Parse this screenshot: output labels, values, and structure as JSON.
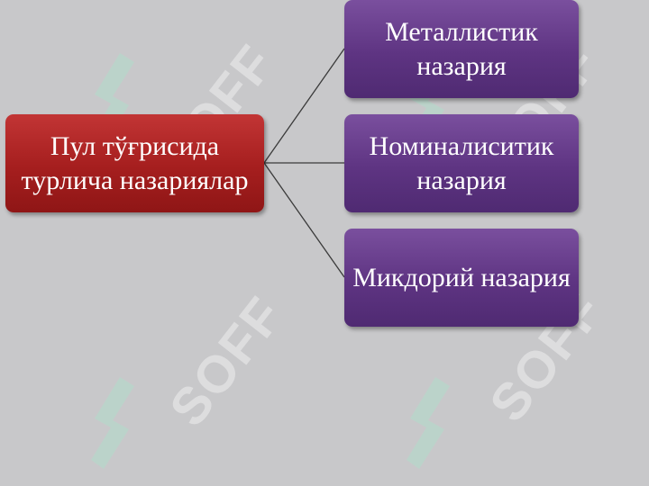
{
  "diagram": {
    "root": {
      "label": "Пул тўғрисида турлича назариялар"
    },
    "children": [
      {
        "label": "Металлистик назария"
      },
      {
        "label": "Номиналиситик назария"
      },
      {
        "label": "Микдорий назария"
      }
    ]
  },
  "watermark": {
    "text": "SOFF",
    "color": "#ffffff",
    "mark_color": "#a8e6cc"
  },
  "colors": {
    "background": "#c8c8ca",
    "root_box": "#a51e1e",
    "child_box": "#5e3482",
    "connector": "#3a3a3a"
  }
}
